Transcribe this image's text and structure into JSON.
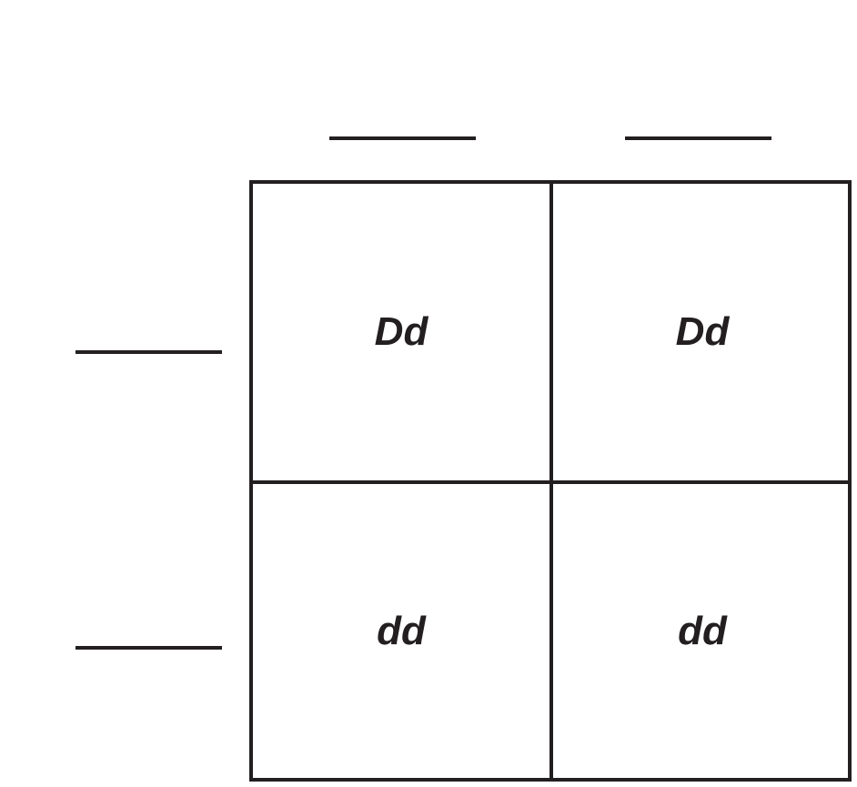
{
  "punnett_square": {
    "cells": [
      [
        "Dd",
        "Dd"
      ],
      [
        "dd",
        "dd"
      ]
    ]
  },
  "colors": {
    "ink": "#231f20",
    "background": "#ffffff"
  }
}
